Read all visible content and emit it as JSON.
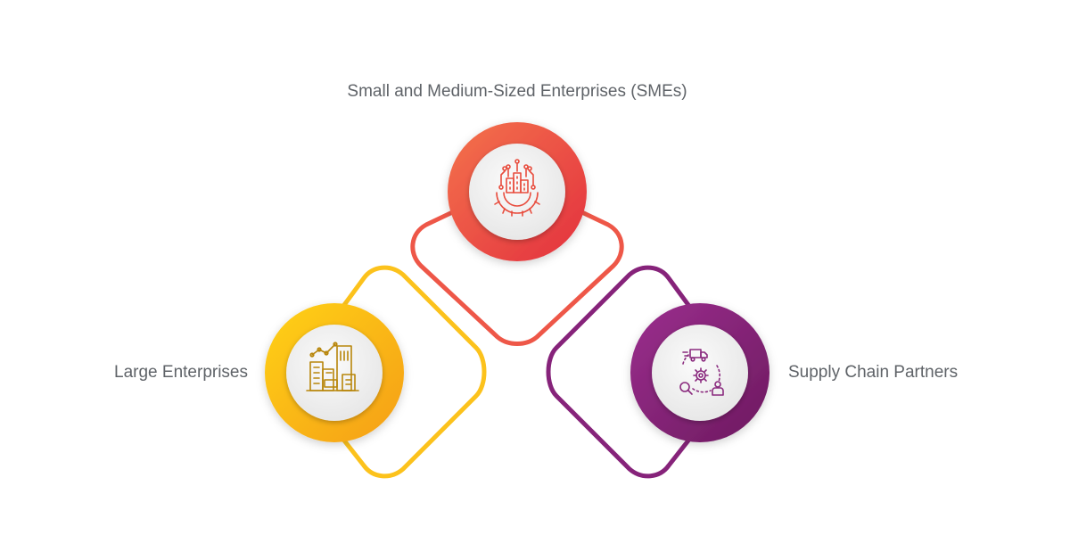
{
  "nodes": [
    {
      "id": "smes",
      "label": "Small and Medium-Sized Enterprises (SMEs)",
      "icon": "factory-gear-icon",
      "color_start": "#f4734b",
      "color_end": "#e3303f"
    },
    {
      "id": "large",
      "label": "Large Enterprises",
      "icon": "office-buildings-icon",
      "color_start": "#ffd21a",
      "color_end": "#f59e14"
    },
    {
      "id": "supply",
      "label": "Supply Chain Partners",
      "icon": "logistics-network-icon",
      "color_start": "#9b2e8e",
      "color_end": "#6d1a5f"
    }
  ],
  "colors": {
    "text": "#5f6368",
    "inner_circle": "#f1f1f1",
    "background": "#ffffff"
  }
}
